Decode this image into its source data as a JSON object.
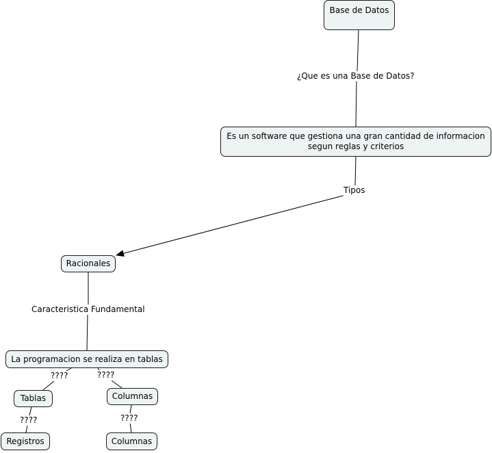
{
  "concept_map": {
    "nodes": {
      "base_datos": "Base de Datos",
      "definicion": "Es un software que gestiona una gran cantidad de informacion segun reglas y criterios",
      "racionales": "Racionales",
      "programacion": "La programacion se realiza en tablas",
      "tablas": "Tablas",
      "columnas": "Columnas",
      "registros": "Registros",
      "columnas_2": "Columnas"
    },
    "links": {
      "que_es": "¿Que es una Base de Datos?",
      "tipos": "Tipos",
      "caracteristica": "Caracteristica Fundamental",
      "q_tablas": "????",
      "q_columnas": "????",
      "q_registros": "????",
      "q_columnas_2": "????"
    }
  },
  "colors": {
    "node_fill": "#eef3f3",
    "node_border": "#1a1a1a",
    "line": "#000000"
  }
}
